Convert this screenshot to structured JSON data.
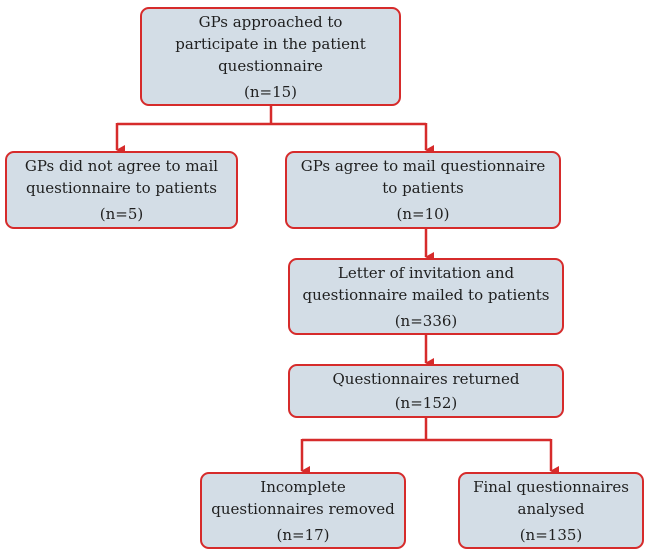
{
  "flowchart": {
    "boxes": {
      "approached": {
        "label": "GPs approached to\nparticipate in the patient\nquestionnaire",
        "count": "(n=15)"
      },
      "not_agree": {
        "label": "GPs did not agree to mail\nquestionnaire to patients",
        "count": "(n=5)"
      },
      "agree": {
        "label": "GPs agree to mail questionnaire\nto patients",
        "count": "(n=10)"
      },
      "mailed": {
        "label": "Letter of invitation and\nquestionnaire mailed to patients",
        "count": "(n=336)"
      },
      "returned": {
        "label": "Questionnaires returned",
        "count": "(n=152)"
      },
      "incomplete": {
        "label": "Incomplete\nquestionnaires removed",
        "count": "(n=17)"
      },
      "final": {
        "label": "Final questionnaires\nanalysed",
        "count": "(n=135)"
      }
    },
    "colors": {
      "box_fill": "#d3dde6",
      "border_and_arrows": "#d62b2b",
      "text": "#1f1f1f"
    }
  }
}
